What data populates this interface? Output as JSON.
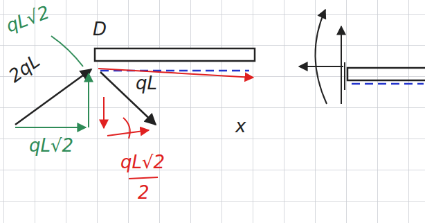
{
  "diagram": {
    "labels": [
      "qL√2",
      "D",
      "2qL",
      "qL",
      "qL√2",
      "x",
      "qL√2",
      "2"
    ]
  }
}
